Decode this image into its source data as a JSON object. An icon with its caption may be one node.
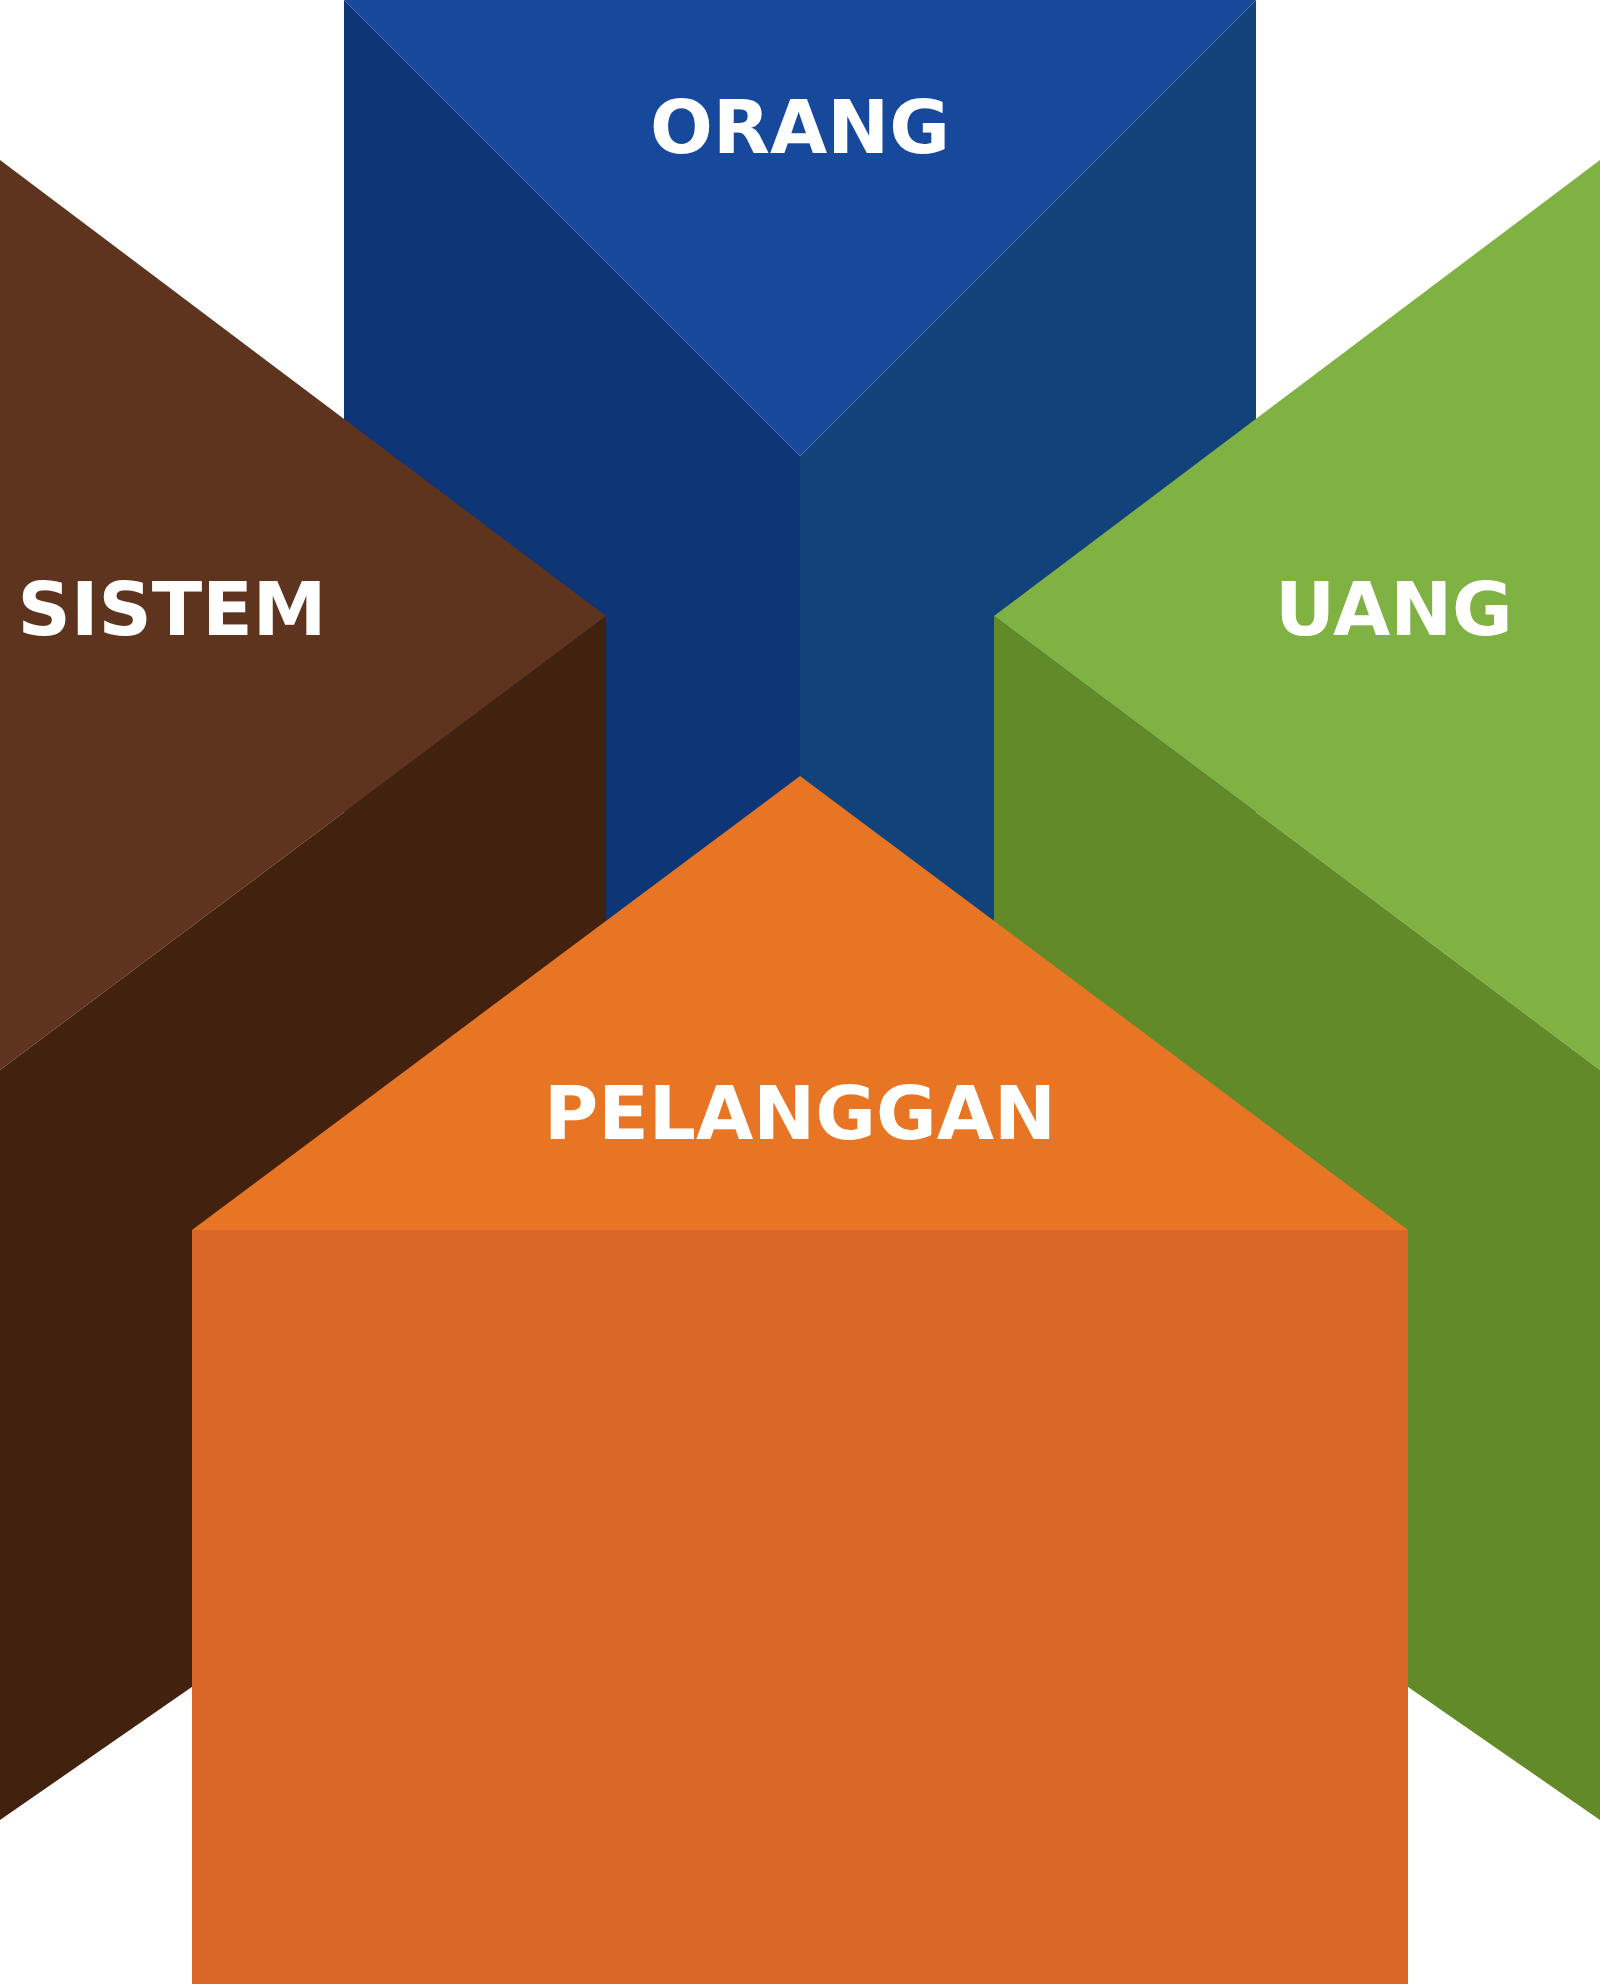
{
  "diagram": {
    "nodes": [
      {
        "text": [
          "ORANG"
        ]
      },
      {
        "text": [
          "SISTEM"
        ]
      },
      {
        "text": [
          "UANG"
        ]
      },
      {
        "text": [
          "PELANGGAN"
        ]
      }
    ]
  }
}
